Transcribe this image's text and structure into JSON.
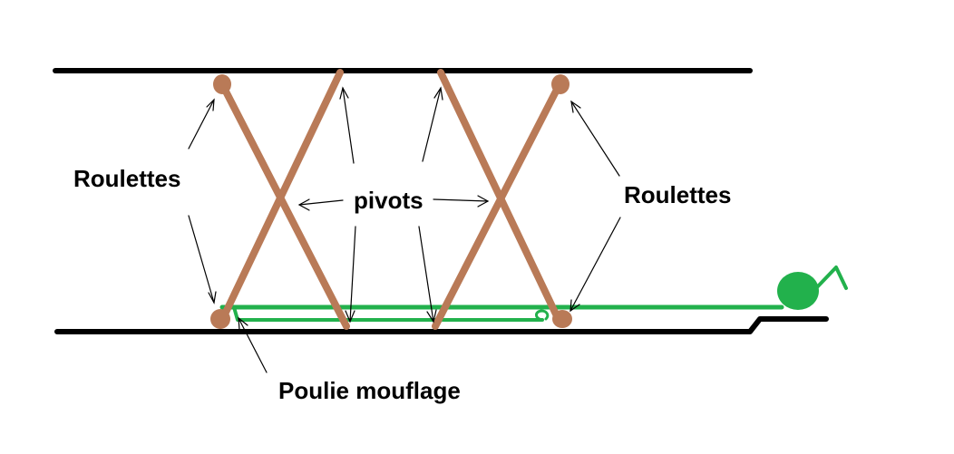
{
  "labels": {
    "roulettes_left": "Roulettes",
    "pivots": "pivots",
    "roulettes_right": "Roulettes",
    "poulie": "Poulie mouflage"
  },
  "colors": {
    "rail": "#000000",
    "scissor_arm": "#b97a57",
    "cable": "#22b14c",
    "arrow": "#000000",
    "text": "#000000"
  }
}
